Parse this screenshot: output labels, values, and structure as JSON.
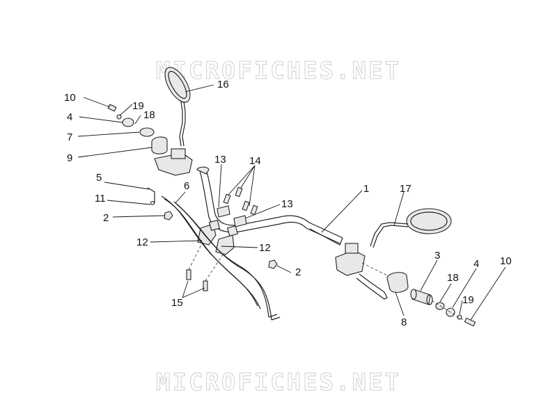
{
  "watermark": {
    "top": "MICROFICHES.NET",
    "bottom": "MICROFICHES.NET"
  },
  "callouts": [
    {
      "id": "c10a",
      "text": "10"
    },
    {
      "id": "c19a",
      "text": "19"
    },
    {
      "id": "c4a",
      "text": "4"
    },
    {
      "id": "c18a",
      "text": "18"
    },
    {
      "id": "c7",
      "text": "7"
    },
    {
      "id": "c9",
      "text": "9"
    },
    {
      "id": "c16",
      "text": "16"
    },
    {
      "id": "c5",
      "text": "5"
    },
    {
      "id": "c11",
      "text": "11"
    },
    {
      "id": "c6",
      "text": "6"
    },
    {
      "id": "c2a",
      "text": "2"
    },
    {
      "id": "c13a",
      "text": "13"
    },
    {
      "id": "c14",
      "text": "14"
    },
    {
      "id": "c13b",
      "text": "13"
    },
    {
      "id": "c12a",
      "text": "12"
    },
    {
      "id": "c12b",
      "text": "12"
    },
    {
      "id": "c1",
      "text": "1"
    },
    {
      "id": "c17",
      "text": "17"
    },
    {
      "id": "c2b",
      "text": "2"
    },
    {
      "id": "c15",
      "text": "15"
    },
    {
      "id": "c3",
      "text": "3"
    },
    {
      "id": "c4b",
      "text": "4"
    },
    {
      "id": "c10b",
      "text": "10"
    },
    {
      "id": "c18b",
      "text": "18"
    },
    {
      "id": "c19b",
      "text": "19"
    },
    {
      "id": "c8",
      "text": "8"
    }
  ]
}
